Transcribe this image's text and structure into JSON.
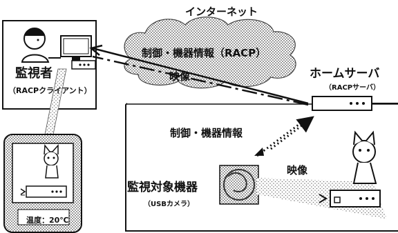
{
  "labels": {
    "internet": "インターネット",
    "cloud_control": "制御・機器情報（RACP）",
    "video_net": "映像",
    "home_server": "ホームサーバ",
    "home_server_sub": "（RACPサーバ）",
    "control_local": "制御・機器情報",
    "video_local": "映像",
    "monitored_device": "監視対象機器",
    "monitored_device_sub": "（USBカメラ）",
    "observer": "監視者",
    "observer_sub": "（RACPクライアント）",
    "temperature": "温度：20℃"
  }
}
